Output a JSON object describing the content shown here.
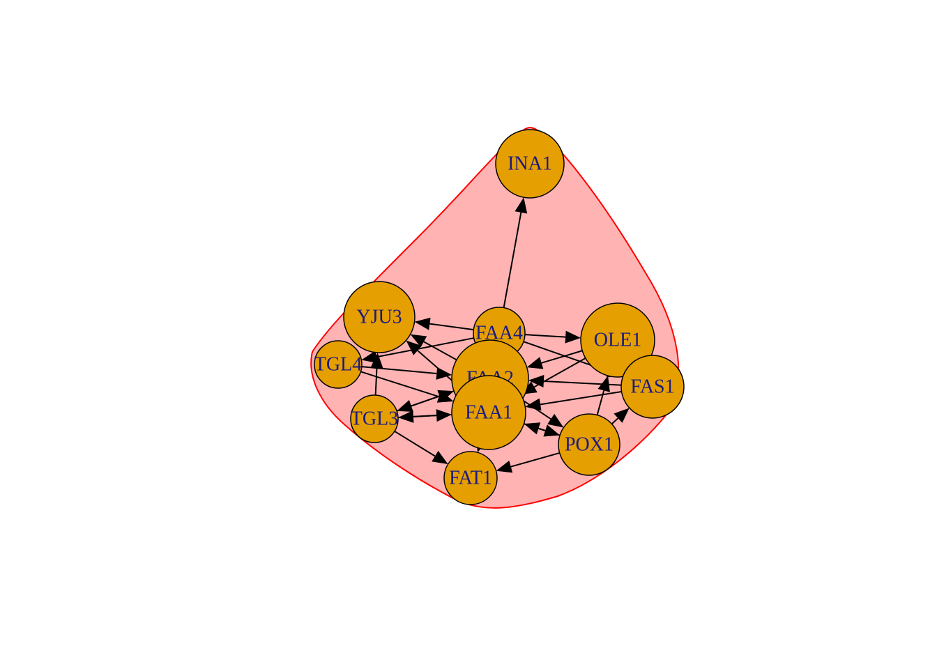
{
  "graph": {
    "group_fill": "#ffb3b3",
    "group_stroke": "#ff0000",
    "node_fill": "#e69f00",
    "node_stroke": "#000000",
    "label_color": "#1a1a80",
    "edge_color": "#000000",
    "nodes": [
      {
        "id": "INA1",
        "label": "INA1"
      },
      {
        "id": "YJU3",
        "label": "YJU3"
      },
      {
        "id": "FAA4",
        "label": "FAA4"
      },
      {
        "id": "OLE1",
        "label": "OLE1"
      },
      {
        "id": "TGL4",
        "label": "TGL4"
      },
      {
        "id": "FAA2",
        "label": "FAA2"
      },
      {
        "id": "FAS1",
        "label": "FAS1"
      },
      {
        "id": "FAA1",
        "label": "FAA1"
      },
      {
        "id": "TGL3",
        "label": "TGL3"
      },
      {
        "id": "POX1",
        "label": "POX1"
      },
      {
        "id": "FAT1",
        "label": "FAT1"
      }
    ],
    "edges": [
      {
        "from": "FAA4",
        "to": "INA1"
      },
      {
        "from": "FAA4",
        "to": "YJU3"
      },
      {
        "from": "FAA4",
        "to": "OLE1"
      },
      {
        "from": "FAA4",
        "to": "TGL4"
      },
      {
        "from": "FAA4",
        "to": "FAS1"
      },
      {
        "from": "FAA2",
        "to": "YJU3"
      },
      {
        "from": "FAA2",
        "to": "TGL3"
      },
      {
        "from": "FAA2",
        "to": "POX1"
      },
      {
        "from": "FAA1",
        "to": "YJU3"
      },
      {
        "from": "FAA1",
        "to": "TGL3"
      },
      {
        "from": "FAA1",
        "to": "FAT1"
      },
      {
        "from": "FAA1",
        "to": "POX1"
      },
      {
        "from": "TGL4",
        "to": "FAA2"
      },
      {
        "from": "TGL4",
        "to": "FAA1"
      },
      {
        "from": "TGL3",
        "to": "YJU3"
      },
      {
        "from": "TGL3",
        "to": "FAA2"
      },
      {
        "from": "TGL3",
        "to": "FAA1"
      },
      {
        "from": "TGL3",
        "to": "FAT1"
      },
      {
        "from": "OLE1",
        "to": "FAA2"
      },
      {
        "from": "OLE1",
        "to": "FAA1"
      },
      {
        "from": "FAS1",
        "to": "FAA2"
      },
      {
        "from": "FAS1",
        "to": "FAA1"
      },
      {
        "from": "POX1",
        "to": "FAT1"
      },
      {
        "from": "POX1",
        "to": "FAA1"
      },
      {
        "from": "POX1",
        "to": "OLE1"
      },
      {
        "from": "POX1",
        "to": "FAS1"
      }
    ]
  }
}
